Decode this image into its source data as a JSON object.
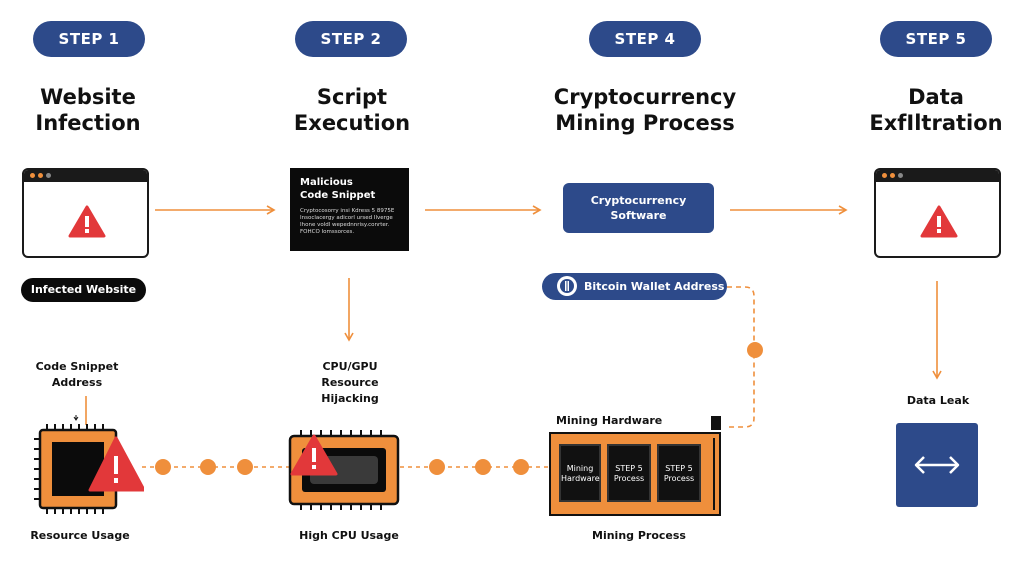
{
  "steps": [
    {
      "badge": "STEP 1",
      "title": "Website\nInfection"
    },
    {
      "badge": "STEP 2",
      "title": "Script\nExecution"
    },
    {
      "badge": "STEP 4",
      "title": "Cryptocurrency\nMining Process"
    },
    {
      "badge": "STEP 5",
      "title": "Data\nExfIltration"
    }
  ],
  "infected_label": "Infected Website",
  "code_snippet": {
    "heading": "Malicious\nCode Snippet",
    "body": "Cryptocosorry insi Kdress 5 8975E Insoclacergy adicorl ursed Ilverge Ihone voldl wepednnrisy.conrter. FOHCO Iomssorces."
  },
  "crypto_software": "Cryptocurrency\nSoftware",
  "wallet": "Bitcoin Wallet Address",
  "code_address": "Code Snippet\nAddress",
  "cpu_hijack": "CPU/GPU\nResource\nHijacking",
  "mining_hardware": "Mining Hardware",
  "hw_cards": [
    "Mining\nHardware",
    "STEP 5\nProcess",
    "STEP 5\nProcess"
  ],
  "data_leak": "Data Leak",
  "resource_usage": "Resource Usage",
  "high_cpu": "High CPU Usage",
  "mining_process": "Mining Process",
  "colors": {
    "accent": "#ef8f3c",
    "navy": "#2d4a8a",
    "warn": "#e2383a"
  }
}
